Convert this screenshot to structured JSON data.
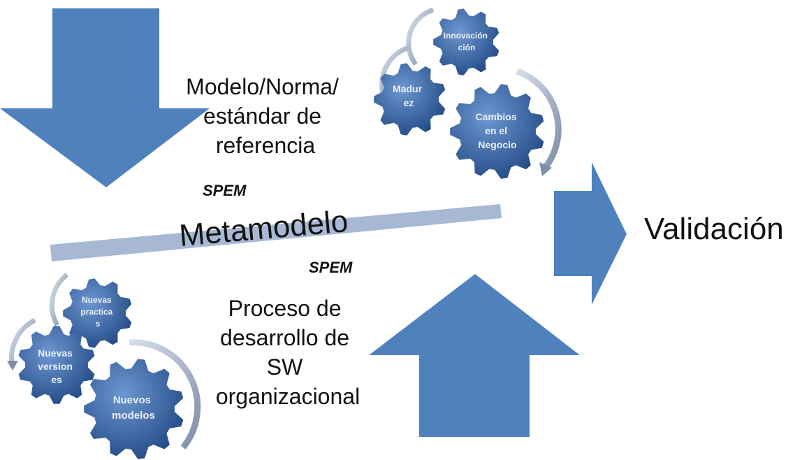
{
  "diagram": {
    "top_label": [
      "Modelo/Norma/",
      "estándar de",
      "referencia"
    ],
    "bottom_label": [
      "Proceso de",
      "desarrollo de",
      "SW",
      "organizacional"
    ],
    "spem_top": "SPEM",
    "spem_bottom": "SPEM",
    "metamodel": "Metamodelo",
    "validation": "Validación",
    "top_gears": [
      {
        "lines": [
          "Innovación",
          "ción"
        ]
      },
      {
        "lines": [
          "Madur",
          "ez"
        ]
      },
      {
        "lines": [
          "Cambios",
          "en el",
          "Negocio"
        ]
      }
    ],
    "bottom_gears": [
      {
        "lines": [
          "Nuevas",
          "practica",
          "s"
        ]
      },
      {
        "lines": [
          "Nuevas",
          "version",
          "es"
        ]
      },
      {
        "lines": [
          "Nuevos",
          "modelos"
        ]
      }
    ],
    "colors": {
      "arrow": "#4f81bd",
      "arrow_dark": "#3d6da8",
      "gear": "#2f5c9c",
      "gear_light": "#6d97d0",
      "bar": "#a6b8d4",
      "curve": "#8a9ab5"
    },
    "icons": [
      "arrow-down-icon",
      "arrow-up-icon",
      "arrow-right-icon",
      "gear-icon"
    ]
  }
}
